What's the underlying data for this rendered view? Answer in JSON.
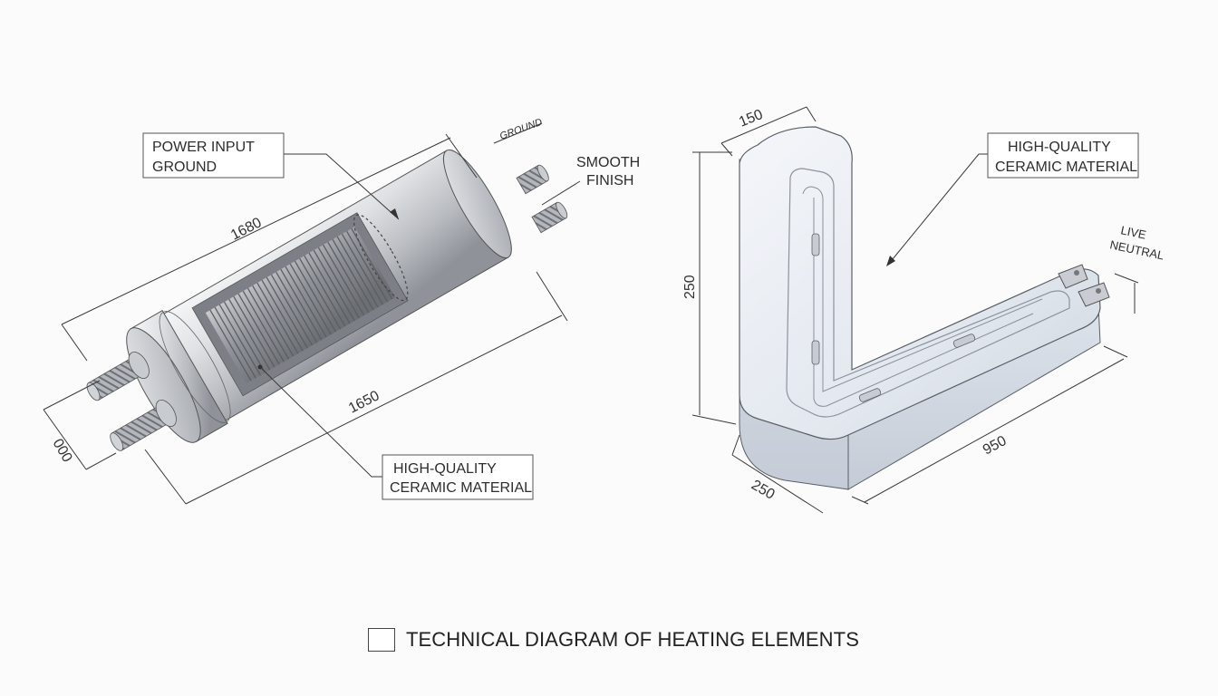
{
  "left_element": {
    "callout_power": {
      "line1": "POWER INPUT",
      "line2": "GROUND"
    },
    "small_label_ground": "GROUND",
    "callout_finish": {
      "line1": "SMOOTH",
      "line2": "FINISH"
    },
    "callout_ceramic": {
      "line1": "HIGH-QUALITY",
      "line2": "CERAMIC MATERIAL"
    },
    "dim_overall": "1680",
    "dim_body": "1650",
    "dim_diameter": "000"
  },
  "right_element": {
    "callout_ceramic": {
      "line1": "HIGH-QUALITY",
      "line2": "CERAMIC MATERIAL"
    },
    "terminal_live": "LIVE",
    "terminal_neutral": "NEUTRAL",
    "dim_top_width": "150",
    "dim_height": "250",
    "dim_base_width": "250",
    "dim_length": "950"
  },
  "caption": "TECHNICAL DIAGRAM OF HEATING ELEMENTS",
  "colors": {
    "background": "#fbfbfb",
    "metal_light": "#e9eaec",
    "metal_dark": "#9da1a7",
    "ceramic": "#e6ebf2",
    "line": "#3a3a3a"
  }
}
